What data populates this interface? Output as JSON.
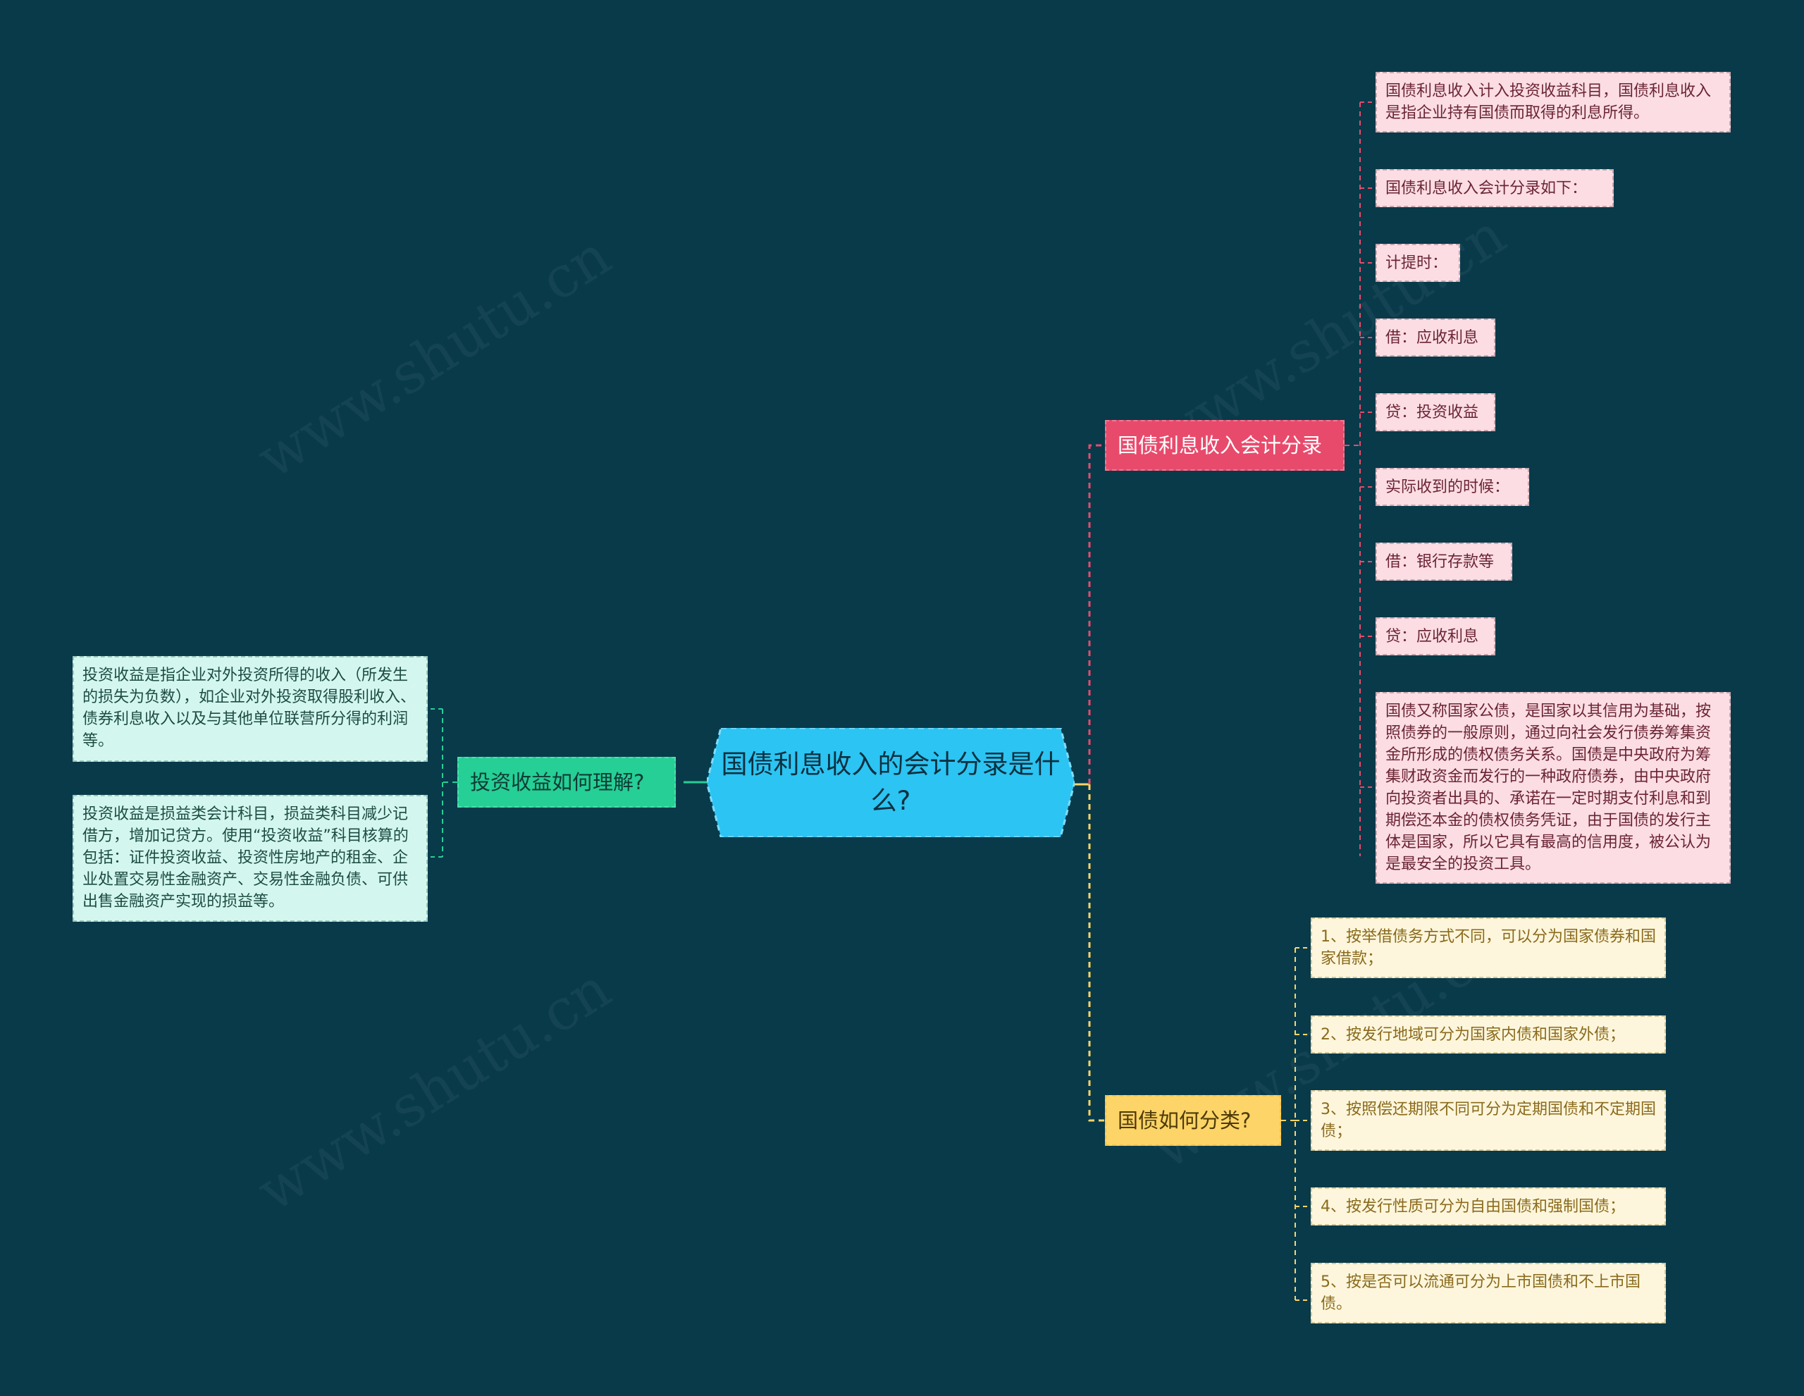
{
  "root": {
    "label": "国债利息收入的会计分录是什么?"
  },
  "branches": {
    "accounting": {
      "label": "国债利息收入会计分录",
      "items": [
        "国债利息收入计入投资收益科目，国债利息收入是指企业持有国债而取得的利息所得。",
        "国债利息收入会计分录如下：",
        "计提时：",
        "借：应收利息",
        "贷：投资收益",
        "实际收到的时候：",
        "借：银行存款等",
        "贷：应收利息",
        "国债又称国家公债，是国家以其信用为基础，按照债券的一般原则，通过向社会发行债券筹集资金所形成的债权债务关系。国债是中央政府为筹集财政资金而发行的一种政府债券，由中央政府向投资者出具的、承诺在一定时期支付利息和到期偿还本金的债权债务凭证，由于国债的发行主体是国家，所以它具有最高的信用度，被公认为是最安全的投资工具。"
      ]
    },
    "classification": {
      "label": "国债如何分类?",
      "items": [
        "1、按举借债务方式不同，可以分为国家债券和国家借款；",
        "2、按发行地域可分为国家内债和国家外债；",
        "3、按照偿还期限不同可分为定期国债和不定期国债；",
        "4、按发行性质可分为自由国债和强制国债；",
        "5、按是否可以流通可分为上市国债和不上市国债。"
      ]
    },
    "investment": {
      "label": "投资收益如何理解?",
      "items": [
        "投资收益是指企业对外投资所得的收入（所发生的损失为负数），如企业对外投资取得股利收入、债券利息收入以及与其他单位联营所分得的利润等。",
        "投资收益是损益类会计科目，损益类科目减少记借方，增加记贷方。使用“投资收益”科目核算的包括：证件投资收益、投资性房地产的租金、企业处置交易性金融资产、交易性金融负债、可供出售金融资产实现的损益等。"
      ]
    }
  },
  "colors": {
    "background": "#083a4a",
    "root": "#2cc4f2",
    "pink": "#e84a6c",
    "mint": "#25cf95",
    "gold": "#fdd467"
  },
  "watermark": "www.shutu.cn"
}
